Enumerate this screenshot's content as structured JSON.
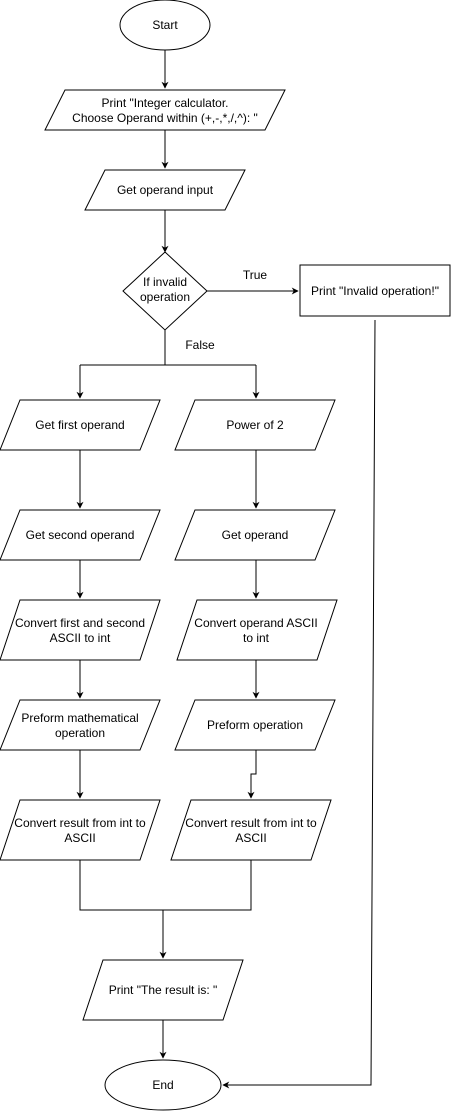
{
  "nodes": {
    "start": "Start",
    "print_prompt": [
      "Print \"Integer calculator.",
      "Choose Operand within (+,-,*,/,^): \""
    ],
    "get_operand_input": "Get operand input",
    "if_invalid": [
      "If invalid",
      "operation"
    ],
    "print_invalid": "Print \"Invalid operation!\"",
    "get_first_operand": "Get first operand",
    "power_of_2": "Power of 2",
    "get_second_operand": "Get second operand",
    "get_operand": "Get operand",
    "convert_first_second": [
      "Convert first and second",
      "ASCII to int"
    ],
    "convert_operand": [
      "Convert operand ASCII",
      "to int"
    ],
    "perform_math": [
      "Preform mathematical",
      "operation"
    ],
    "perform_operation": "Preform operation",
    "convert_result_left": [
      "Convert result from int to",
      "ASCII"
    ],
    "convert_result_right": [
      "Convert result from int to",
      "ASCII"
    ],
    "print_result": "Print \"The result is:  \"",
    "end": "End"
  },
  "edge_labels": {
    "true": "True",
    "false": "False"
  }
}
